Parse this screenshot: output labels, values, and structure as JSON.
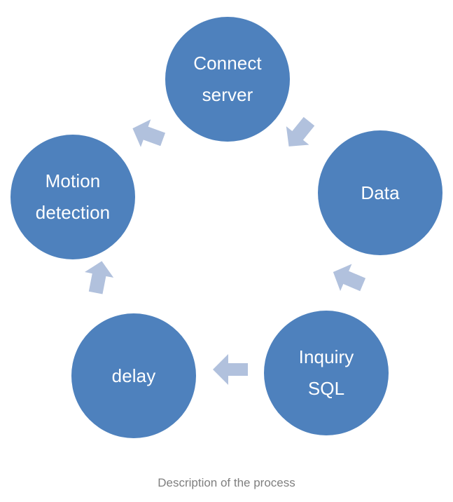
{
  "diagram": {
    "type": "cycle",
    "title": "",
    "caption": "Description of the process",
    "colors": {
      "node_fill": "#4e81bd",
      "node_text": "#ffffff",
      "arrow_fill": "#b1c1dd",
      "caption_text": "#7f7f7f",
      "background": "#ffffff"
    },
    "nodes": [
      {
        "id": "connect-server",
        "label": "Connect\nserver",
        "position": "top"
      },
      {
        "id": "data",
        "label": "Data",
        "position": "right"
      },
      {
        "id": "inquiry-sql",
        "label": "Inquiry\nSQL",
        "position": "bottom-right"
      },
      {
        "id": "delay",
        "label": "delay",
        "position": "bottom-left"
      },
      {
        "id": "motion-detection",
        "label": "Motion\ndetection",
        "position": "left"
      }
    ],
    "arrows": [
      {
        "id": "connect-server-to-data",
        "from": "connect-server",
        "to": "data",
        "icon": "block-arrow-icon",
        "direction": "down-right"
      },
      {
        "id": "data-to-inquiry-sql",
        "from": "data",
        "to": "inquiry-sql",
        "icon": "block-arrow-icon",
        "direction": "down-left"
      },
      {
        "id": "inquiry-sql-to-delay",
        "from": "inquiry-sql",
        "to": "delay",
        "icon": "block-arrow-icon",
        "direction": "left"
      },
      {
        "id": "delay-to-motion-detection",
        "from": "delay",
        "to": "motion-detection",
        "icon": "block-arrow-icon",
        "direction": "up"
      },
      {
        "id": "motion-detection-to-connect",
        "from": "motion-detection",
        "to": "connect-server",
        "icon": "block-arrow-icon",
        "direction": "up-right"
      }
    ]
  }
}
